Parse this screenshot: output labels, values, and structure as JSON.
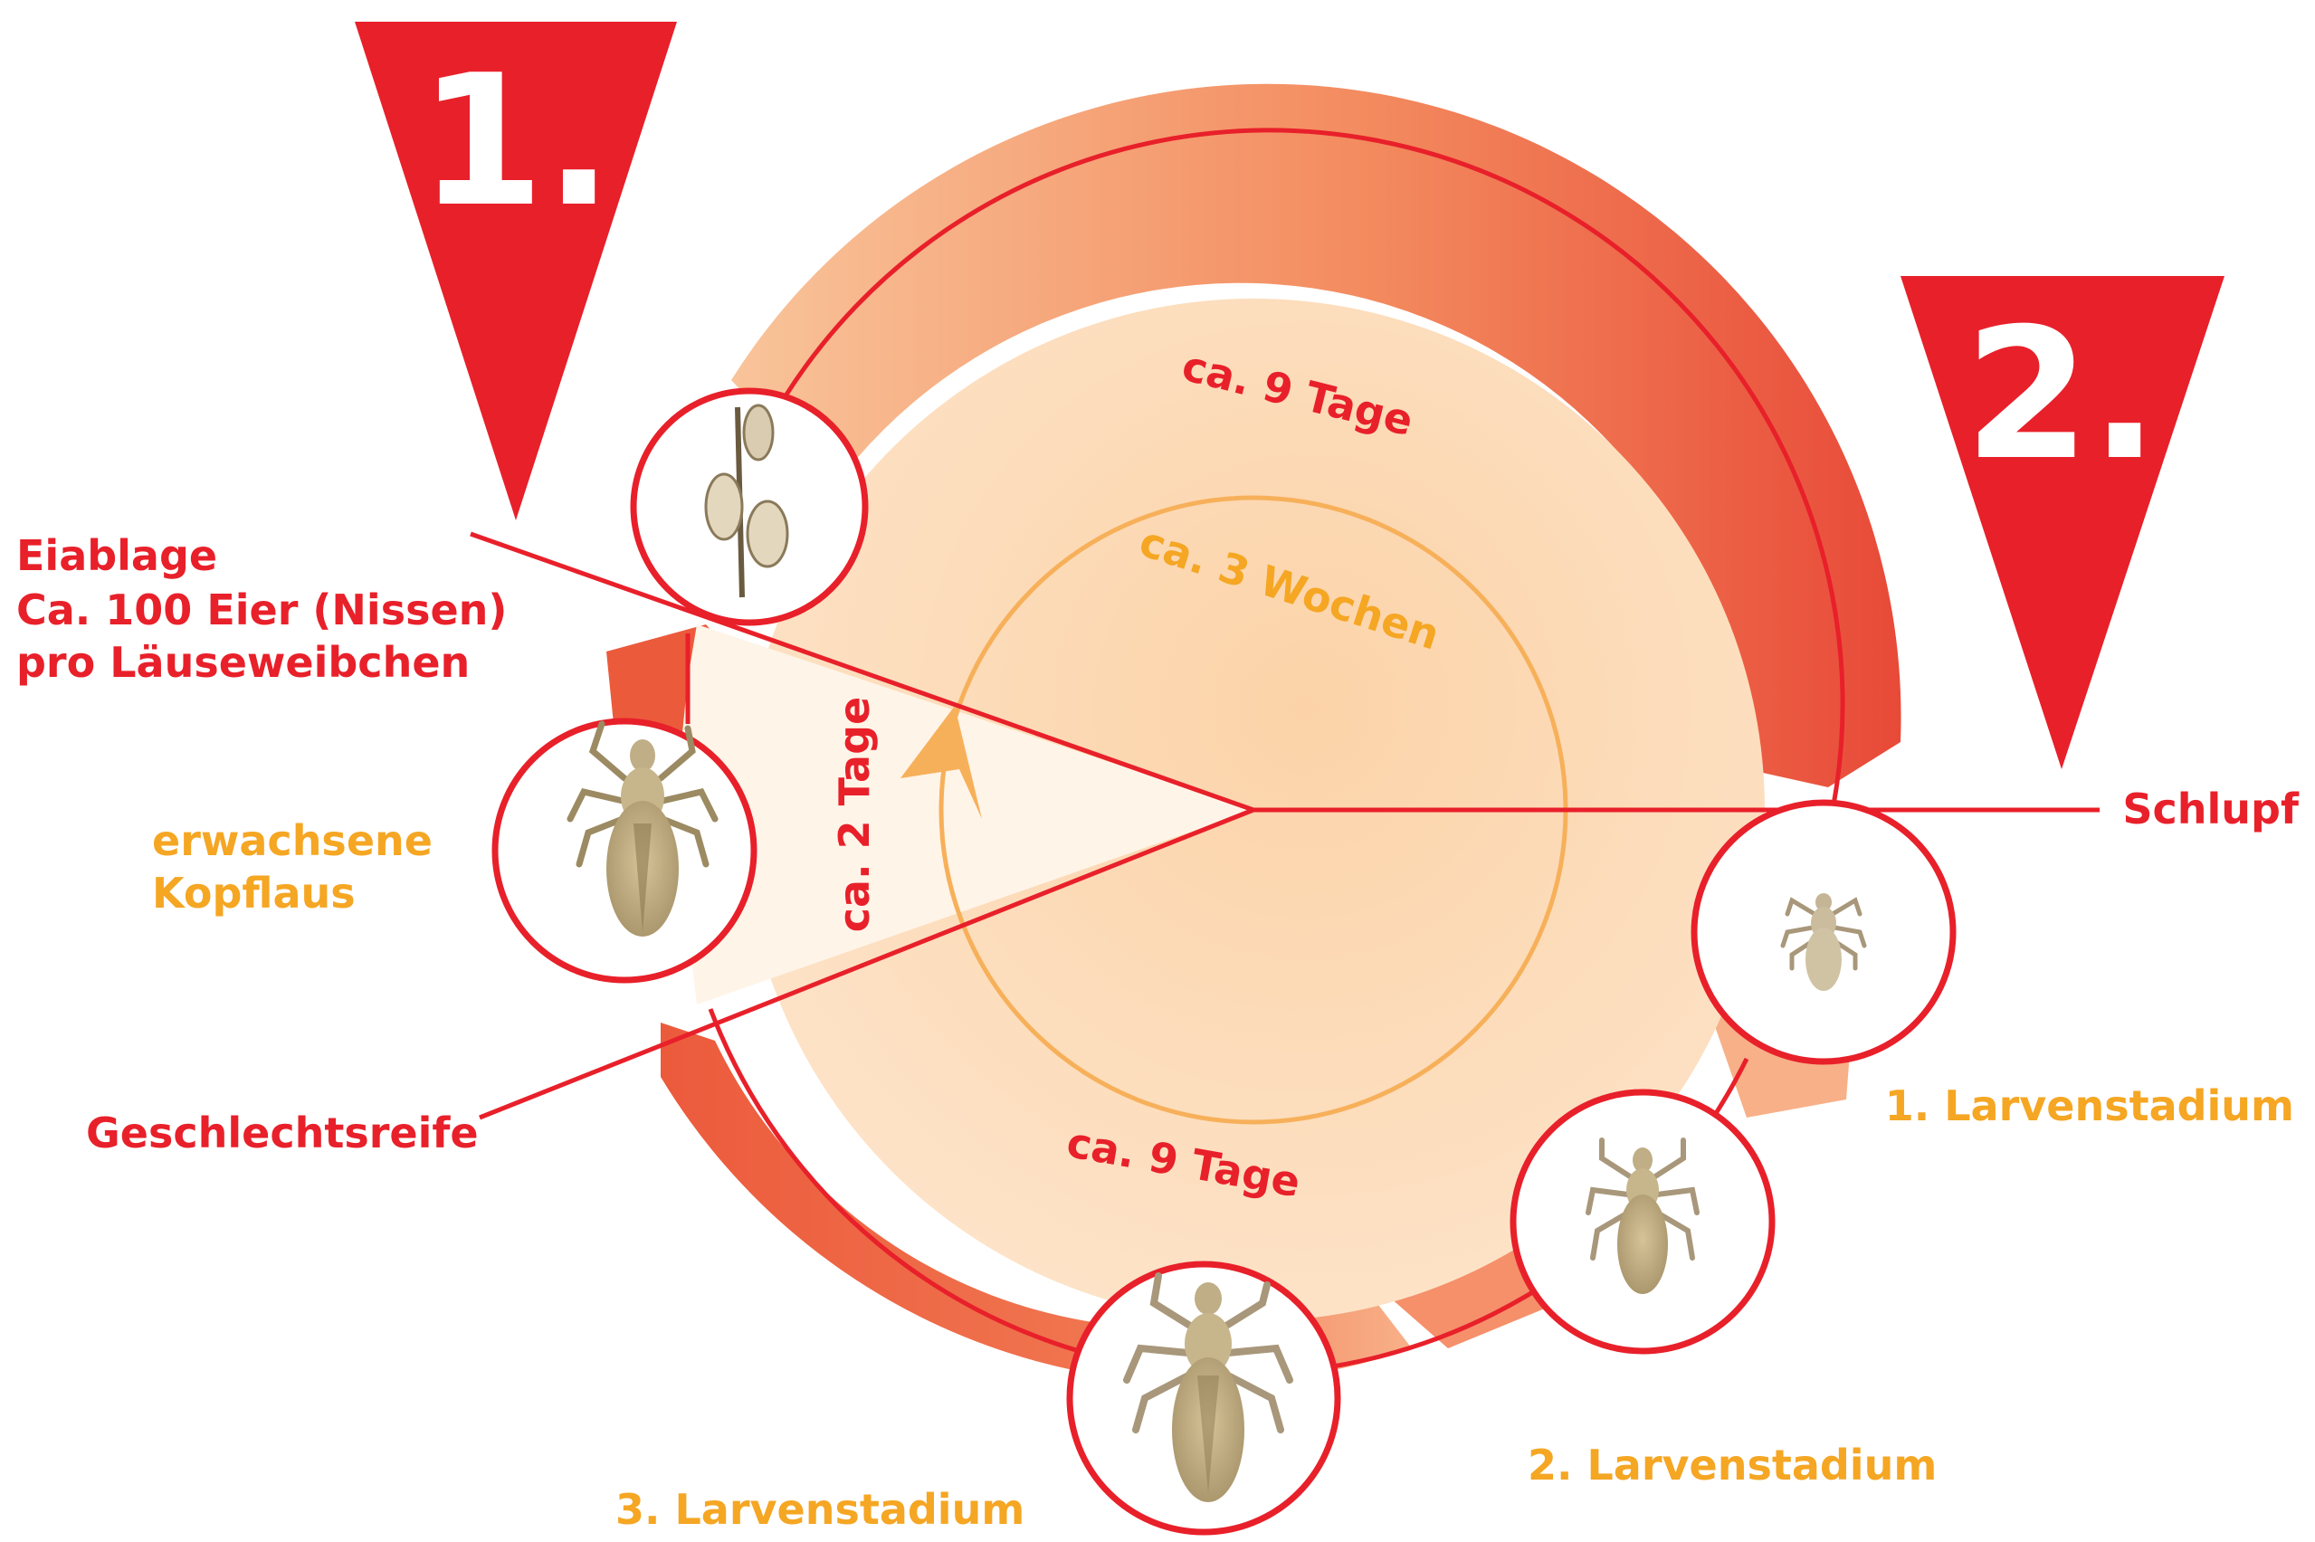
{
  "markers": {
    "step1": "1.",
    "step2": "2."
  },
  "labels": {
    "eiablage_line1": "Eiablage",
    "eiablage_line2": "Ca. 100 Eier (Nissen)",
    "eiablage_line3": "pro Läuseweibchen",
    "adult_line1": "erwachsene",
    "adult_line2": "Kopflaus",
    "geschlechtsreife": "Geschlechtsreife",
    "schlupf": "Schlupf",
    "larva1": "1. Larvenstadium",
    "larva2": "2. Larvenstadium",
    "larva3": "3. Larvenstadium"
  },
  "durations": {
    "upper_arc": "ca. 9 Tage",
    "lower_arc": "ca. 9 Tage",
    "inner_circle": "ca. 3 Wochen",
    "wedge": "ca. 2 Tage"
  },
  "colors": {
    "red": "#e8202a",
    "orange_text": "#f5a623",
    "ring_dark": "#ec5a3c",
    "ring_light": "#f8b088",
    "disc_fill": "#fde2c6",
    "wedge_fill": "#fff4e8"
  }
}
